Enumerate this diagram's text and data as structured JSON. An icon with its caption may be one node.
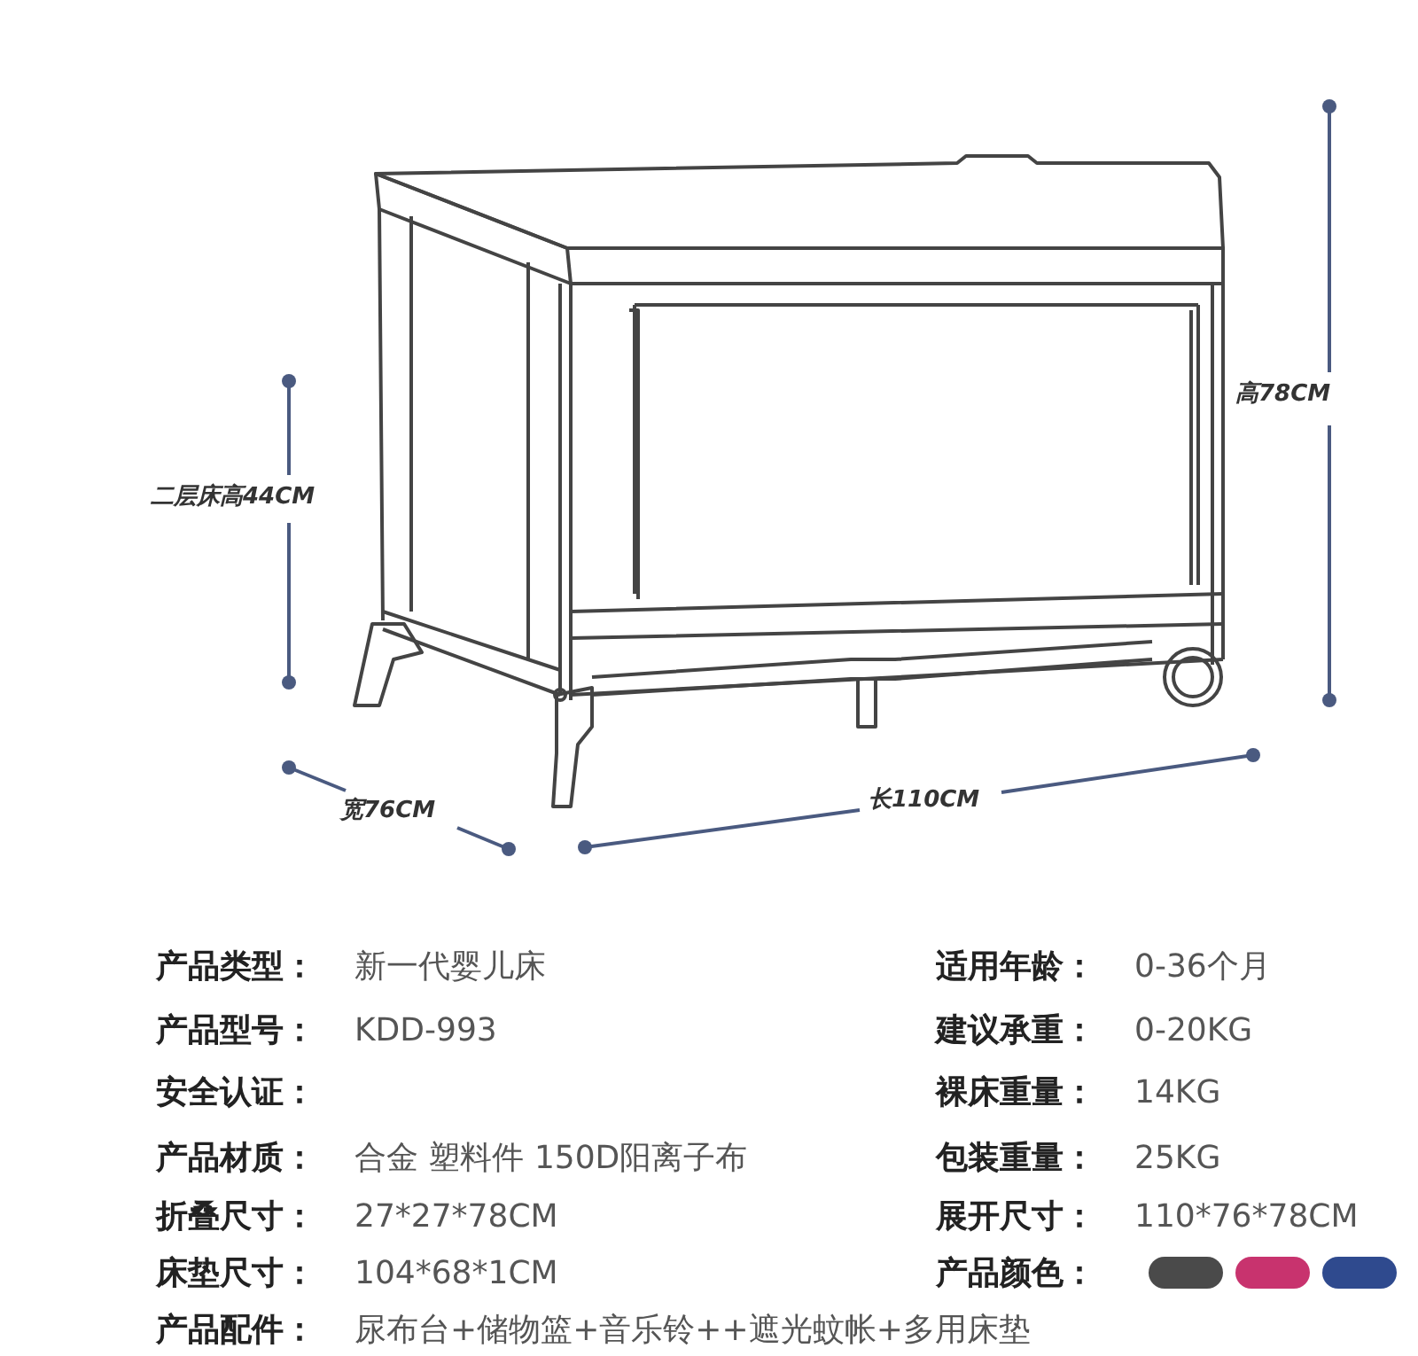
{
  "diagram": {
    "labels": [
      "高78CM",
      "二层床高44CM",
      "宽76CM",
      "长110CM",
      "产品类型：",
      "新一代婴儿床",
      "适用年龄：",
      "0-36个月",
      "产品型号：",
      "KDD-993",
      "建议承重：",
      "0-20KG",
      "安全认证：",
      "裸床重量：",
      "14KG",
      "产品材质：",
      "合金 塑料件 150D阳离子布",
      "包装重量：",
      "25KG",
      "折叠尺寸：",
      "27*27*78CM",
      "展开尺寸：",
      "110*76*78CM",
      "床垫尺寸：",
      "104*68*1CM",
      "产品颜色：",
      "产品配件：",
      "尿布台+储物篮+音乐铃++遮光蚊帐+多用床垫"
    ]
  }
}
